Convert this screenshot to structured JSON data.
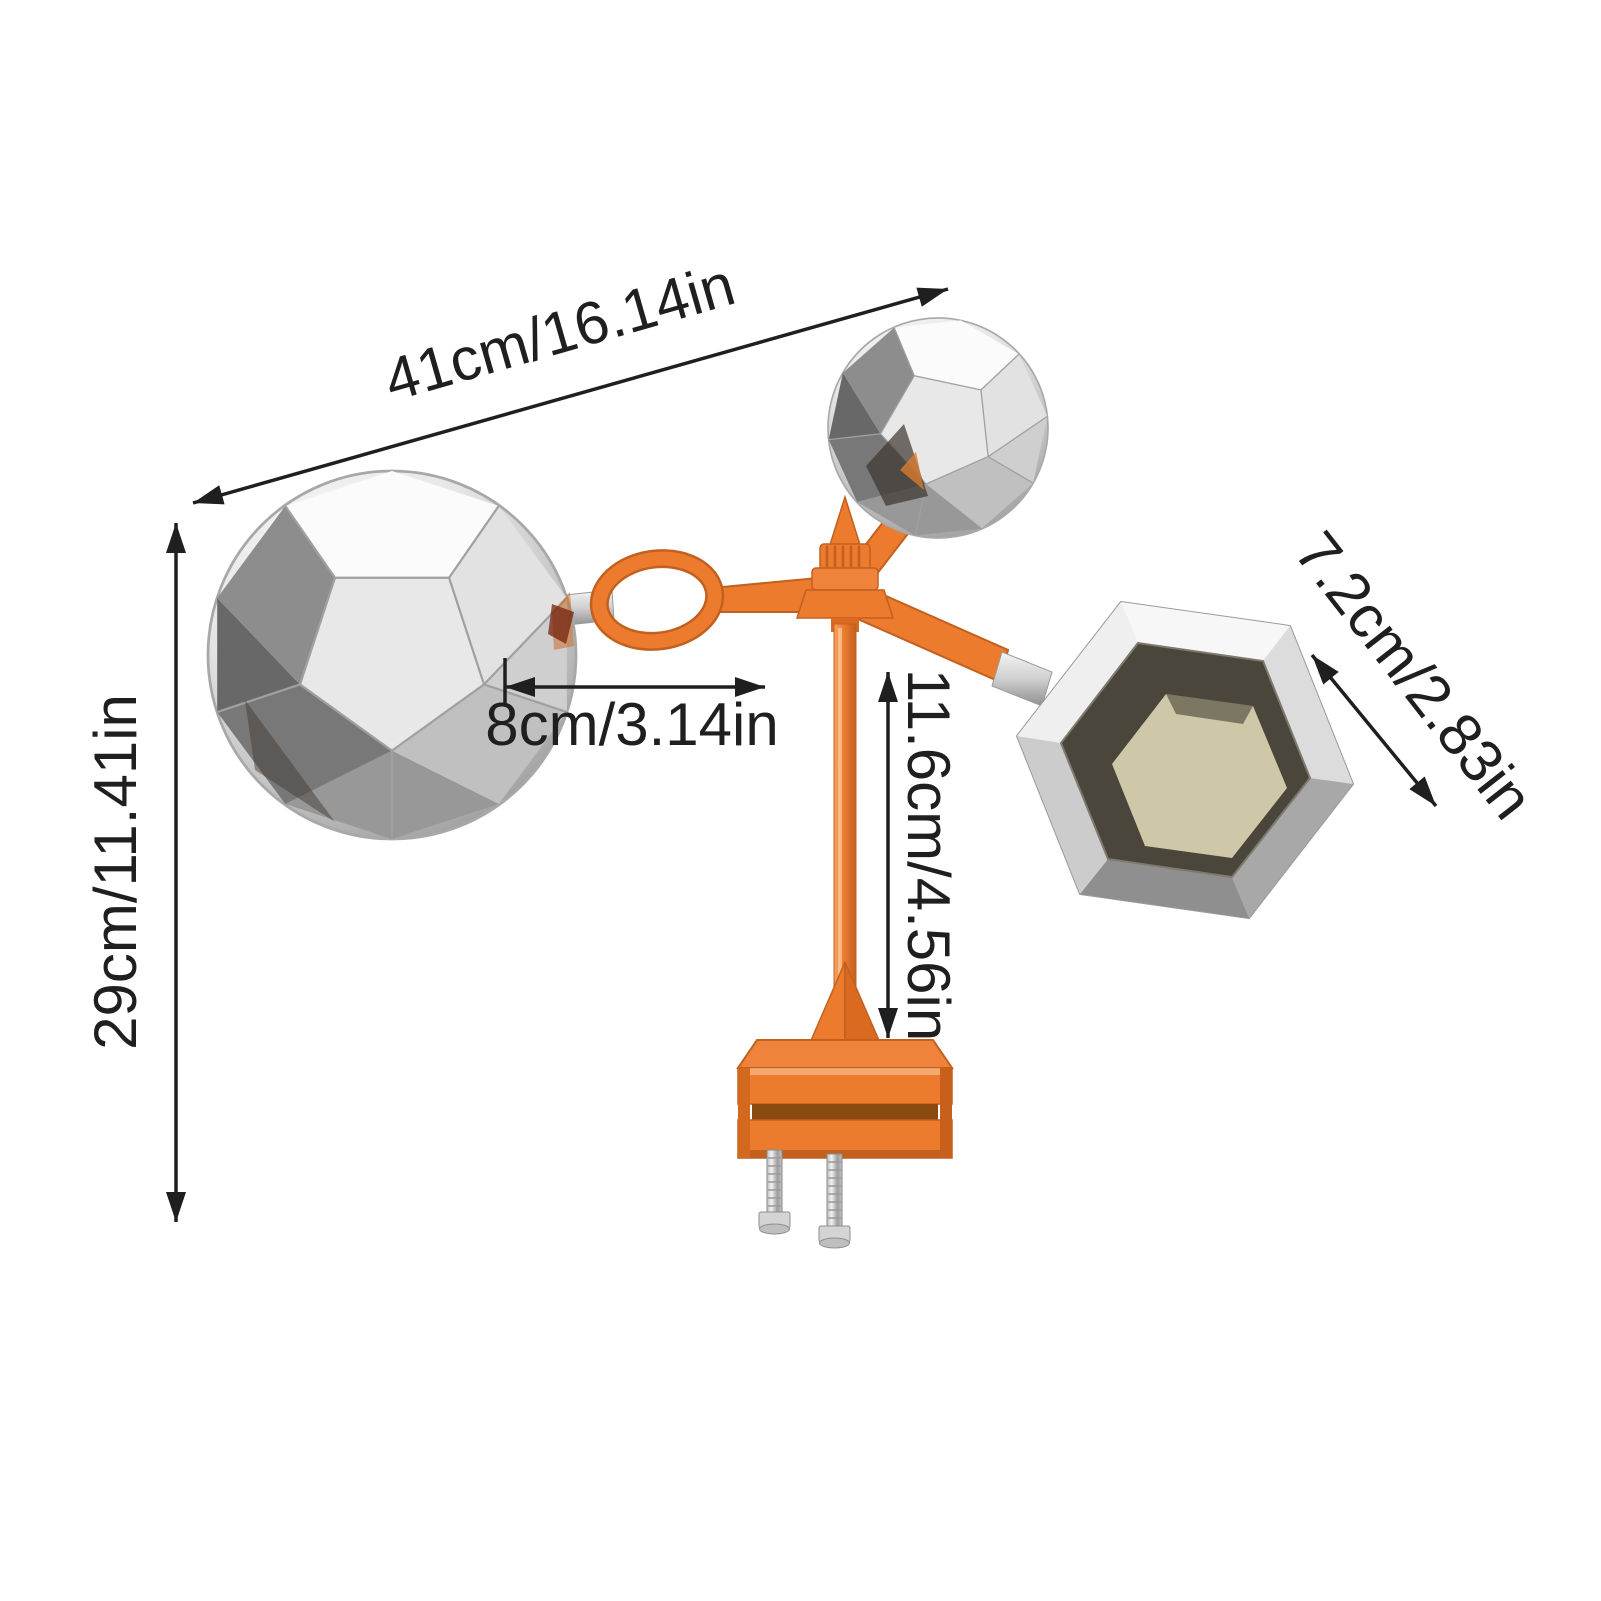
{
  "product_diagram": {
    "labels": {
      "total_width": "41cm/16.14in",
      "total_height": "29cm/11.41in",
      "arm_offset": "8cm/3.14in",
      "pole_height": "11.6cm/4.56in",
      "disc_depth": "7.2cm/2.83in"
    },
    "colors": {
      "accent_orange": "#ED7B2E",
      "accent_orange_dark": "#C2601F",
      "dimension_line": "#1F1F1F",
      "silver": "#D6D6D6",
      "background": "#FFFFFF"
    }
  }
}
